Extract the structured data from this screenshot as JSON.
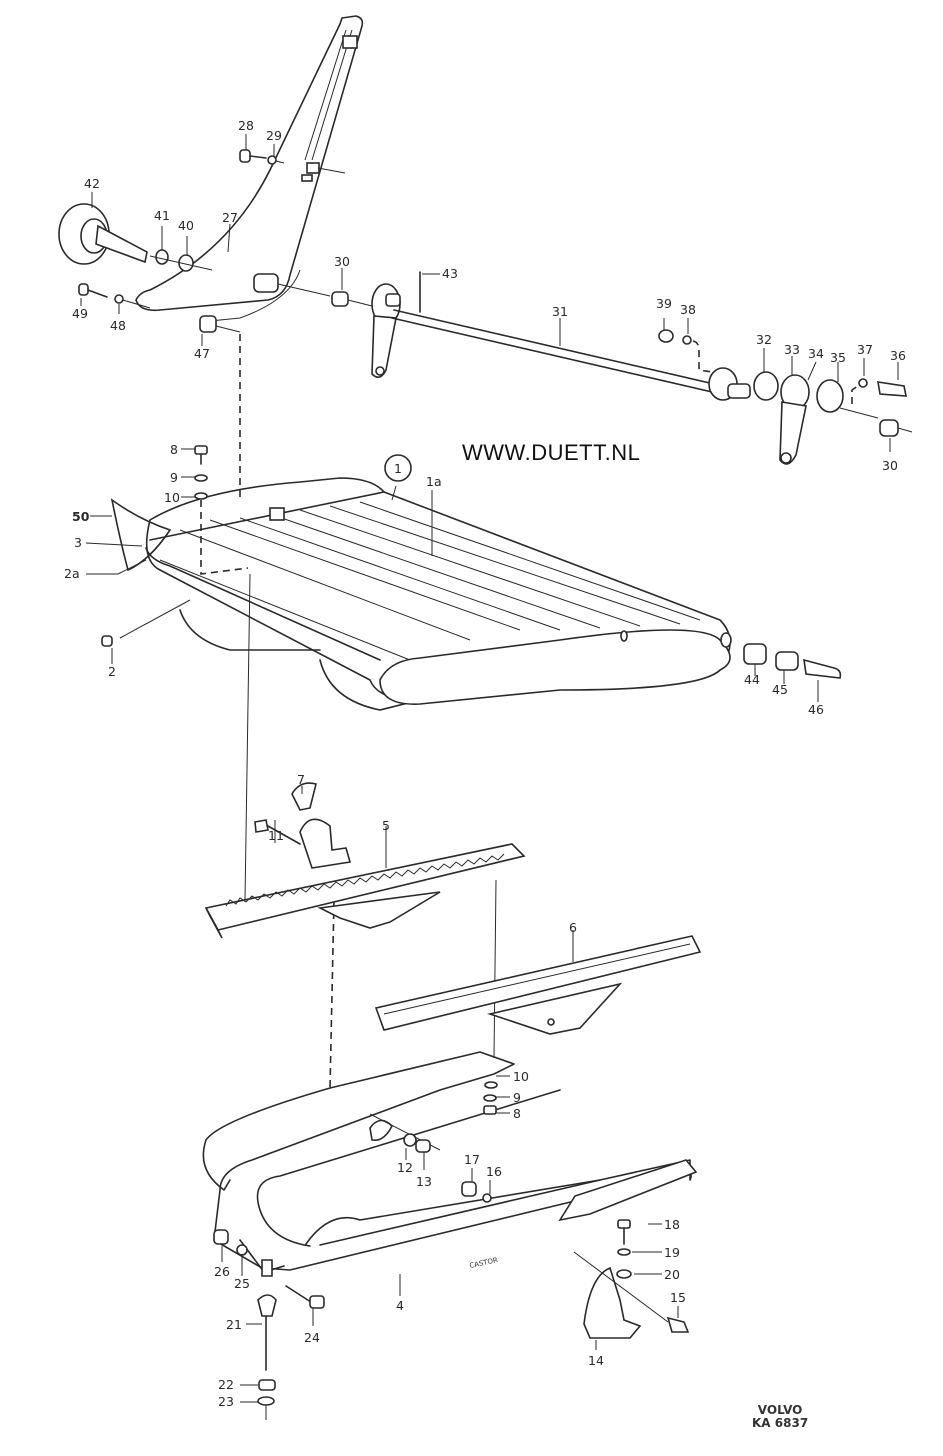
{
  "diagram": {
    "title": "Seat frame exploded parts view",
    "watermark": "WWW.DUETT.NL",
    "stamp": {
      "brand": "VOLVO",
      "code": "KA 6837"
    },
    "embossed_text": "CASTOR",
    "callouts": [
      {
        "id": "c1",
        "label": "1",
        "circled": true
      },
      {
        "id": "c1a",
        "label": "1a"
      },
      {
        "id": "c2",
        "label": "2"
      },
      {
        "id": "c2a",
        "label": "2a"
      },
      {
        "id": "c3",
        "label": "3"
      },
      {
        "id": "c4",
        "label": "4"
      },
      {
        "id": "c5",
        "label": "5"
      },
      {
        "id": "c6",
        "label": "6"
      },
      {
        "id": "c7",
        "label": "7"
      },
      {
        "id": "c8a",
        "label": "8"
      },
      {
        "id": "c9a",
        "label": "9"
      },
      {
        "id": "c10a",
        "label": "10"
      },
      {
        "id": "c8b",
        "label": "8"
      },
      {
        "id": "c9b",
        "label": "9"
      },
      {
        "id": "c10b",
        "label": "10"
      },
      {
        "id": "c11",
        "label": "11"
      },
      {
        "id": "c12",
        "label": "12"
      },
      {
        "id": "c13",
        "label": "13"
      },
      {
        "id": "c14",
        "label": "14"
      },
      {
        "id": "c15",
        "label": "15"
      },
      {
        "id": "c16",
        "label": "16"
      },
      {
        "id": "c17",
        "label": "17"
      },
      {
        "id": "c18",
        "label": "18"
      },
      {
        "id": "c19",
        "label": "19"
      },
      {
        "id": "c20",
        "label": "20"
      },
      {
        "id": "c21",
        "label": "21"
      },
      {
        "id": "c22",
        "label": "22"
      },
      {
        "id": "c23",
        "label": "23"
      },
      {
        "id": "c24",
        "label": "24"
      },
      {
        "id": "c25",
        "label": "25"
      },
      {
        "id": "c26",
        "label": "26"
      },
      {
        "id": "c27",
        "label": "27"
      },
      {
        "id": "c28",
        "label": "28"
      },
      {
        "id": "c29",
        "label": "29"
      },
      {
        "id": "c30a",
        "label": "30"
      },
      {
        "id": "c30b",
        "label": "30"
      },
      {
        "id": "c31",
        "label": "31"
      },
      {
        "id": "c32",
        "label": "32"
      },
      {
        "id": "c33",
        "label": "33"
      },
      {
        "id": "c34",
        "label": "34"
      },
      {
        "id": "c35",
        "label": "35"
      },
      {
        "id": "c36",
        "label": "36"
      },
      {
        "id": "c37",
        "label": "37"
      },
      {
        "id": "c38",
        "label": "38"
      },
      {
        "id": "c39",
        "label": "39"
      },
      {
        "id": "c40",
        "label": "40"
      },
      {
        "id": "c41",
        "label": "41"
      },
      {
        "id": "c42",
        "label": "42"
      },
      {
        "id": "c43",
        "label": "43"
      },
      {
        "id": "c44",
        "label": "44"
      },
      {
        "id": "c45",
        "label": "45"
      },
      {
        "id": "c46",
        "label": "46"
      },
      {
        "id": "c47",
        "label": "47"
      },
      {
        "id": "c48",
        "label": "48"
      },
      {
        "id": "c49",
        "label": "49"
      },
      {
        "id": "c50",
        "label": "50"
      }
    ]
  }
}
